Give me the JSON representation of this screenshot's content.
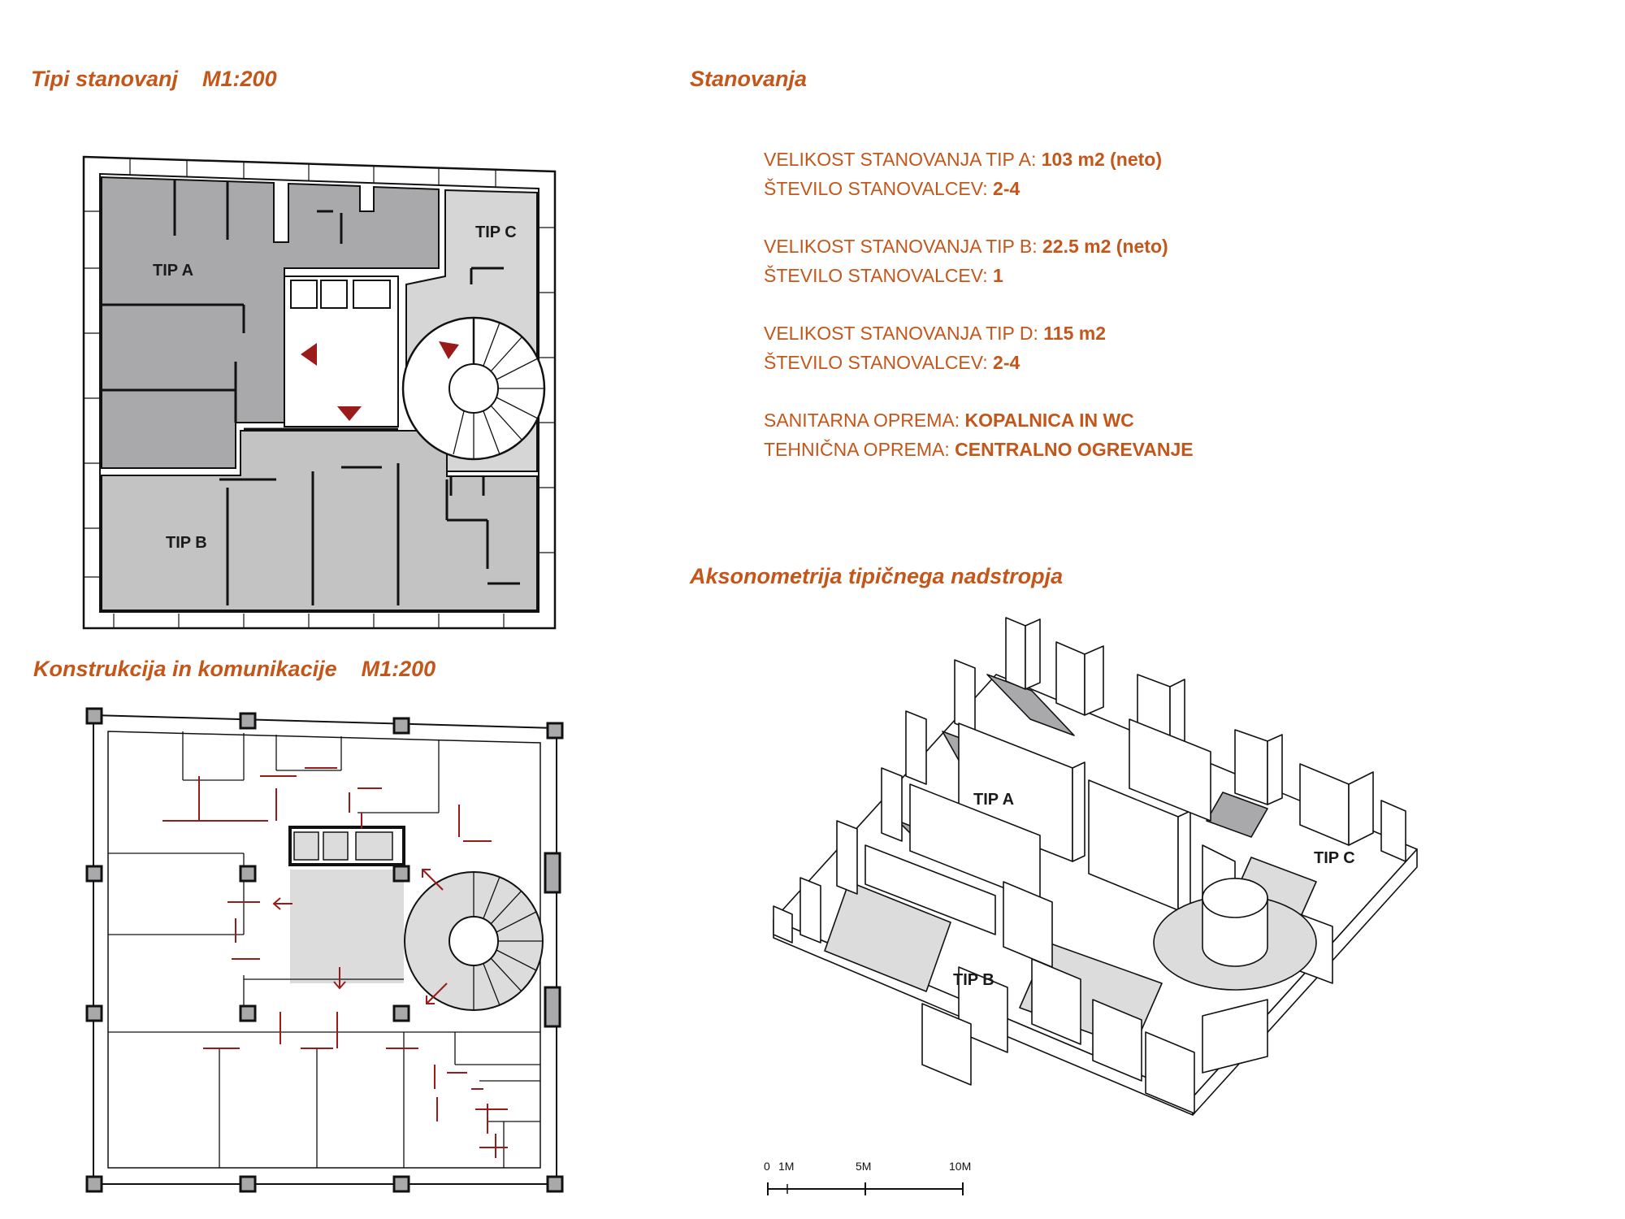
{
  "headings": {
    "plans_title": "Tipi stanovanj",
    "plans_scale": "M1:200",
    "structure_title": "Konstrukcija in komunikacije",
    "structure_scale": "M1:200",
    "housing_title": "Stanovanja",
    "axo_title": "Aksonometrija tipičnega nadstropja"
  },
  "specs": [
    {
      "l1": "VELIKOST STANOVANJA TIP A: ",
      "v1": "103 m2 (neto)",
      "l2": "ŠTEVILO STANOVALCEV: ",
      "v2": "2-4"
    },
    {
      "l1": "VELIKOST STANOVANJA TIP B: ",
      "v1": "22.5 m2 (neto)",
      "l2": "ŠTEVILO STANOVALCEV: ",
      "v2": "1"
    },
    {
      "l1": "VELIKOST STANOVANJA TIP D: ",
      "v1": "115 m2",
      "l2": "ŠTEVILO STANOVALCEV: ",
      "v2": "2-4"
    },
    {
      "l1": "SANITARNA OPREMA: ",
      "v1": "KOPALNICA IN WC",
      "l2": "TEHNIČNA OPREMA: ",
      "v2": "CENTRALNO OGREVANJE"
    }
  ],
  "plan_labels": {
    "tip_a": "TIP A",
    "tip_b": "TIP B",
    "tip_c": "TIP C"
  },
  "axo_labels": {
    "tip_a": "TIP A",
    "tip_b": "TIP B",
    "tip_c": "TIP C"
  },
  "scale_bar": {
    "t0": "0",
    "t1": "1M",
    "t5": "5M",
    "t10": "10M"
  },
  "colors": {
    "accent": "#c4561a",
    "dark_gray": "#a9a9ab",
    "mid_gray": "#c3c3c4",
    "light_gray": "#dcdcdd",
    "red": "#9b1b1b"
  }
}
